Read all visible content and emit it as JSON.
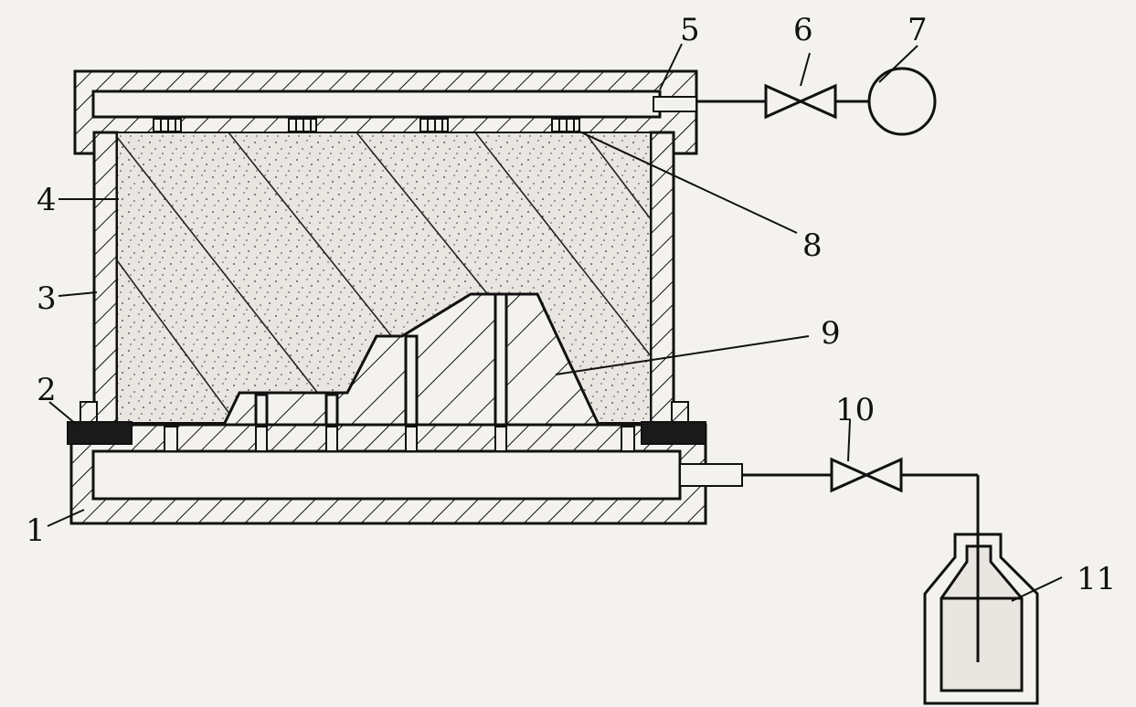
{
  "labels": {
    "n1": "1",
    "n2": "2",
    "n3": "3",
    "n4": "4",
    "n5": "5",
    "n6": "6",
    "n7": "7",
    "n8": "8",
    "n9": "9",
    "n10": "10",
    "n11": "11"
  },
  "colors": {
    "ink": "#111111",
    "paper": "#f4f2ee",
    "sand": "#e9e6e1",
    "seal": "#1a1a1a"
  }
}
